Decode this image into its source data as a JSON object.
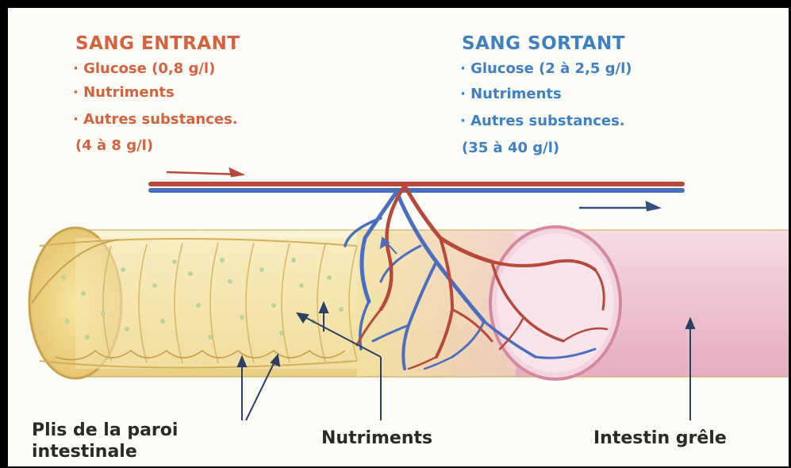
{
  "incoming": {
    "title": "SANG ENTRANT",
    "lines": [
      "· Glucose (0,8 g/l)",
      "· Nutriments",
      "· Autres substances.",
      "(4 à 8 g/l)"
    ]
  },
  "outgoing": {
    "title": "SANG SORTANT",
    "lines": [
      "· Glucose (2 à 2,5 g/l)",
      "· Nutriments",
      "· Autres substances.",
      "(35 à 40 g/l)"
    ]
  },
  "labels": {
    "folds_line1": "Plis de la paroi",
    "folds_line2": "intestinale",
    "nutrients": "Nutriments",
    "small_intestine": "Intestin grêle"
  },
  "colors": {
    "incoming_text": "#d4623f",
    "outgoing_text": "#3f7fc4",
    "artery": "#b8493a",
    "vein": "#4a6fc0",
    "intestine_yellow": "#f3e3a6",
    "intestine_pink": "#efc6d4"
  }
}
